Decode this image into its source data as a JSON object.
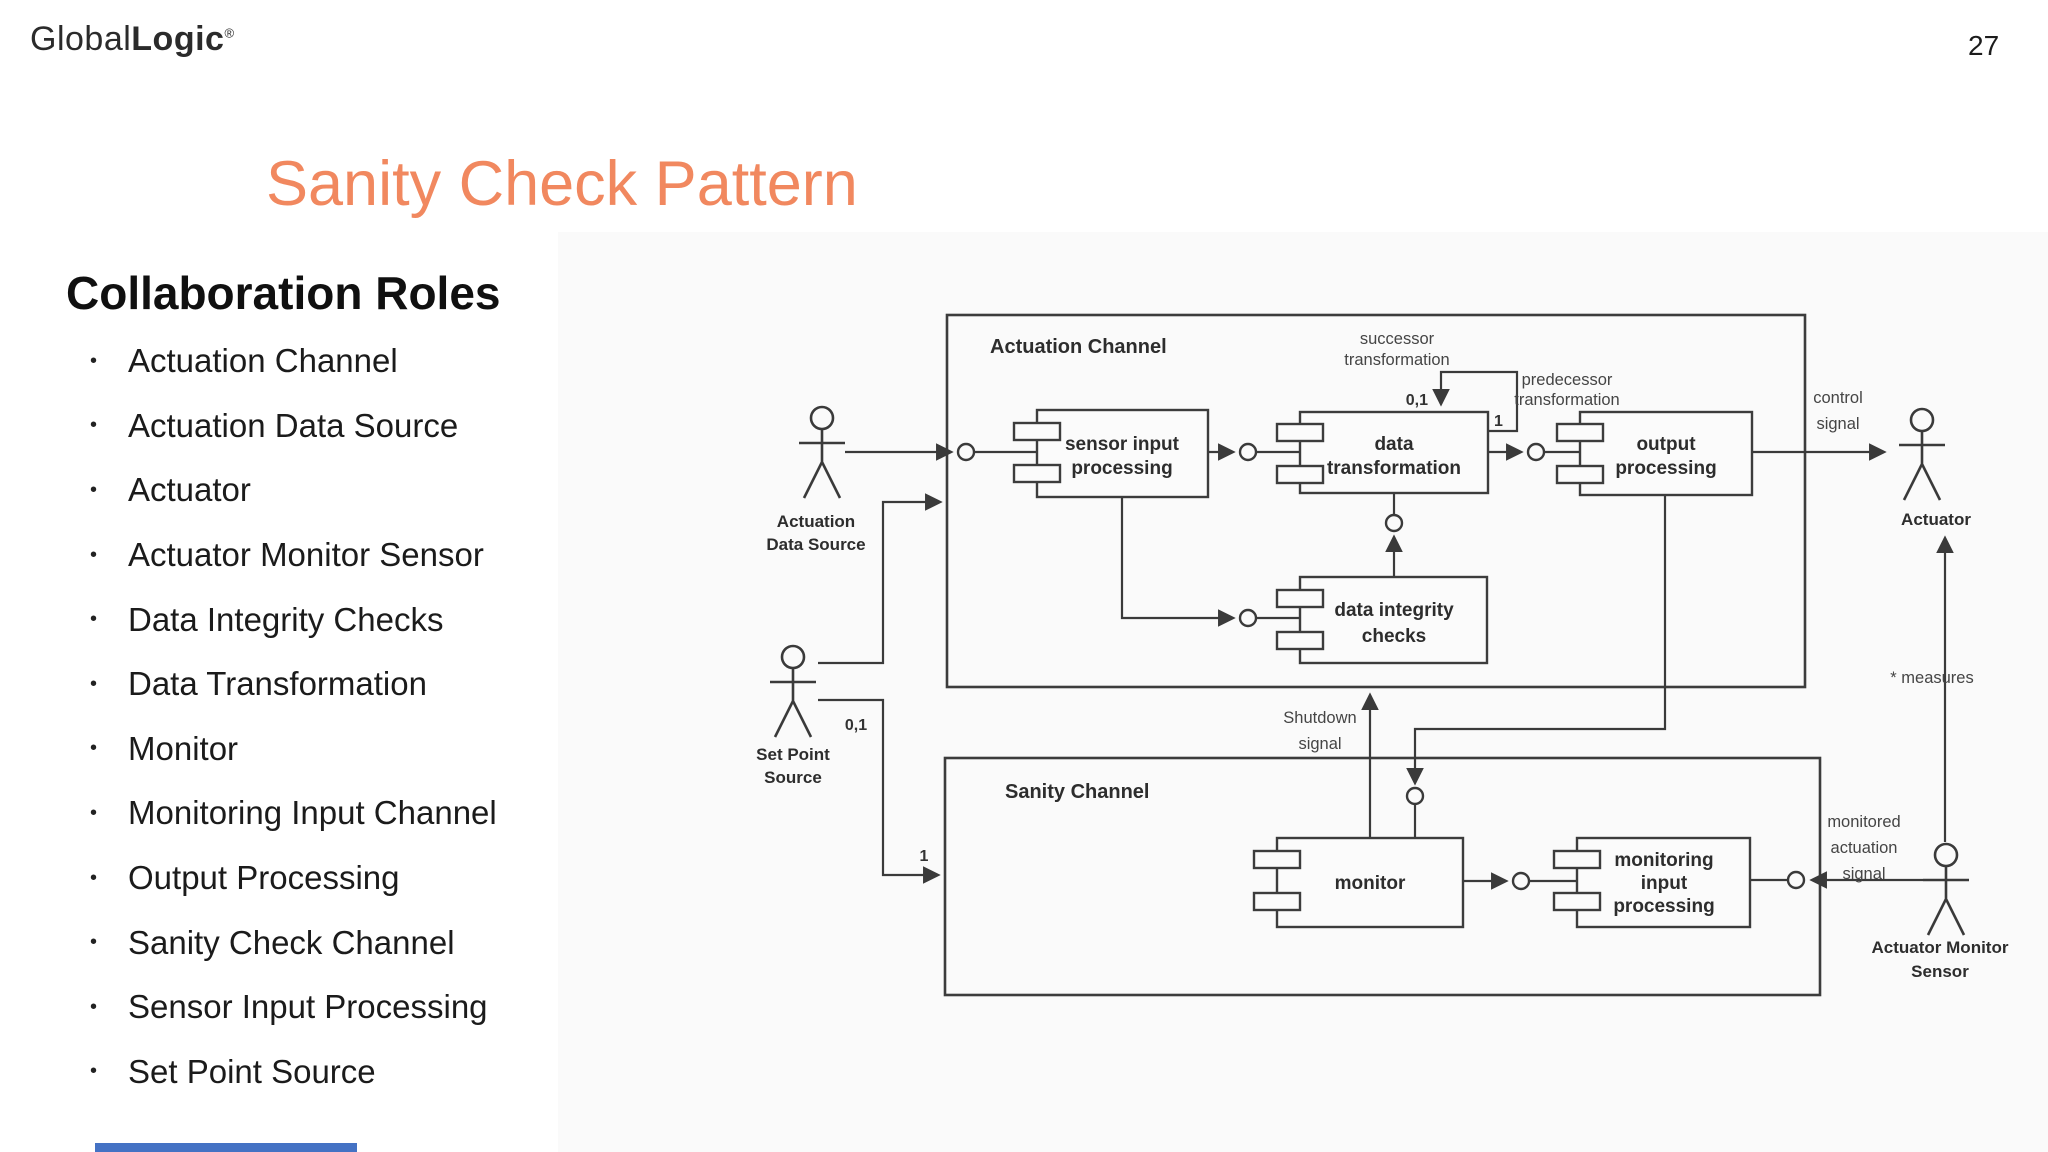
{
  "page": {
    "number": "27"
  },
  "logo": {
    "text_regular": "Global",
    "text_bold": "Logic",
    "mark": "®"
  },
  "title": "Sanity Check Pattern",
  "roles": {
    "heading": "Collaboration Roles",
    "bullet": "•",
    "items": [
      "Actuation Channel",
      "Actuation Data Source",
      "Actuator",
      "Actuator Monitor Sensor",
      "Data Integrity Checks",
      "Data Transformation",
      "Monitor",
      "Monitoring Input Channel",
      "Output Processing",
      "Sanity Check Channel",
      "Sensor Input Processing",
      "Set Point Source"
    ]
  },
  "colors": {
    "title_orange": "#F1885F",
    "diagram_background": "#FAFAFA",
    "line": "#3A3A3A",
    "footer_blue": "#4472C4"
  },
  "diagram": {
    "channels": [
      {
        "label": "Actuation Channel"
      },
      {
        "label": "Sanity Channel"
      }
    ],
    "components": [
      {
        "label_lines": [
          "sensor input",
          "processing"
        ]
      },
      {
        "label_lines": [
          "data",
          "transformation"
        ]
      },
      {
        "label_lines": [
          "output",
          "processing"
        ]
      },
      {
        "label_lines": [
          "data integrity",
          "checks"
        ]
      },
      {
        "label_lines": [
          "monitor"
        ]
      },
      {
        "label_lines": [
          "monitoring",
          "input",
          "processing"
        ]
      }
    ],
    "actors": [
      {
        "label_lines": [
          "Actuation",
          "Data Source"
        ]
      },
      {
        "label_lines": [
          "Set Point",
          "Source"
        ]
      },
      {
        "label_lines": [
          "Actuator"
        ]
      },
      {
        "label_lines": [
          "Actuator Monitor",
          "Sensor"
        ]
      }
    ],
    "annotations": {
      "successor_transformation": [
        "successor",
        "transformation"
      ],
      "predecessor_transformation": [
        "predecessor",
        "transformation"
      ],
      "control_signal": [
        "control",
        "signal"
      ],
      "shutdown_signal": [
        "Shutdown",
        "signal"
      ],
      "monitored_actuation_signal": [
        "monitored",
        "actuation",
        "signal"
      ],
      "measures": "* measures",
      "multiplicity_top_01": "0,1",
      "multiplicity_top_1": "1",
      "multiplicity_left_01": "0,1",
      "multiplicity_left_1": "1"
    }
  }
}
